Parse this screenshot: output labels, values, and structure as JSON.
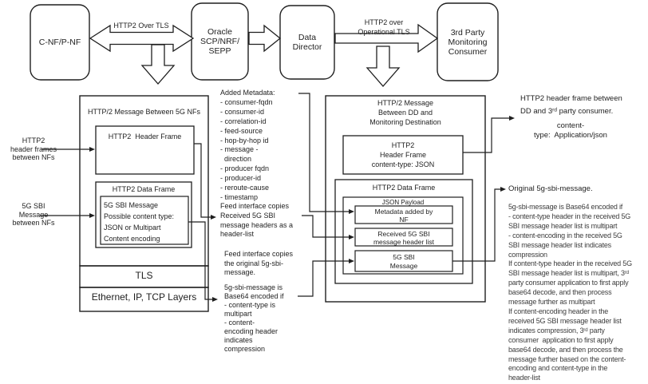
{
  "colors": {
    "background": "#ffffff",
    "line": "#1f1f1f",
    "note_text": "#3d3d3d"
  },
  "nodes": {
    "cnf": "C-NF/P-NF",
    "oracle": [
      "Oracle",
      "SCP/NRF/",
      "SEPP"
    ],
    "data_director": [
      "Data",
      "Director"
    ],
    "consumer": [
      "3rd Party",
      "Monitoring",
      "Consumer"
    ]
  },
  "flow_labels": {
    "nf_oracle": "HTTP2 Over TLS",
    "dd_consumer": [
      "HTTP2 over",
      "Operational TLS"
    ]
  },
  "left_stack": {
    "title": "HTTP/2 Message Between 5G NFs",
    "header_frame": "HTTP2  Header Frame",
    "data_frame": "HTTP2 Data Frame",
    "sbi_box": [
      "5G SBI Message",
      "Possible content type:",
      "JSON or Multipart",
      "Content encoding"
    ],
    "tls": "TLS",
    "ethernet": "Ethernet, IP, TCP Layers"
  },
  "left_labels": {
    "header_frames": [
      "HTTP2",
      "header frames",
      "between NFs"
    ],
    "sbi_message": [
      "5G SBI",
      "Message",
      "between NFs"
    ]
  },
  "middle_notes": {
    "added_metadata": [
      "Added Metadata:",
      "- consumer-fqdn",
      "- consumer-id",
      "- correlation-id",
      "- feed-source",
      "- hop-by-hop id",
      "- message -",
      "  direction",
      "- producer fqdn",
      "- producer-id",
      "- reroute-cause",
      "- timestamp"
    ],
    "feed_headers": [
      "Feed interface copies",
      "Received 5G SBI",
      "message headers as a",
      "header-list"
    ],
    "feed_original": [
      "Feed interface copies",
      "the original 5g-sbi-",
      "message."
    ],
    "base64": [
      "5g-sbi-message is",
      "Base64 encoded if",
      "- content-type is",
      "multipart",
      "- content-",
      "encoding header",
      "indicates",
      "compression"
    ]
  },
  "right_stack": {
    "title": [
      "HTTP/2 Message",
      "Between DD and",
      "Monitoring Destination"
    ],
    "header_frame": [
      "HTTP2",
      "Header Frame",
      "content-type: JSON"
    ],
    "data_frame": "HTTP2 Data Frame",
    "json_payload": "JSON Payload",
    "metadata_box": [
      "Metadata added by",
      "NF"
    ],
    "received_box": [
      "Received 5G SBI",
      "message header list"
    ],
    "sbi_box": [
      "5G SBI",
      "Message"
    ]
  },
  "right_notes": {
    "header_frame_note": [
      "HTTP2 header frame between",
      "DD and 3ʳᵈ party consumer."
    ],
    "content_type": [
      "content-",
      "type:  Application/json"
    ],
    "original": "Original 5g-sbi-message.",
    "base64_details": [
      "5g-sbi-message is Base64 encoded if",
      "- content-type header in the received 5G",
      "SBI message header list is multipart",
      "- content-encoding in the received 5G",
      "SBI message header list indicates",
      "compression",
      "If content-type header in the received 5G",
      "SBI message header list is multipart, 3ʳᵈ",
      "party consumer application to first apply",
      "base64 decode, and then process",
      "message further as multipart",
      "If content-encoding header in the",
      "received 5G SBI message header list",
      "indicates compression, 3ʳᵈ party",
      "consumer  application to first apply",
      "base64 decode, and then process the",
      "message further based on the content-",
      "encoding and content-type in the",
      "header-list"
    ]
  }
}
